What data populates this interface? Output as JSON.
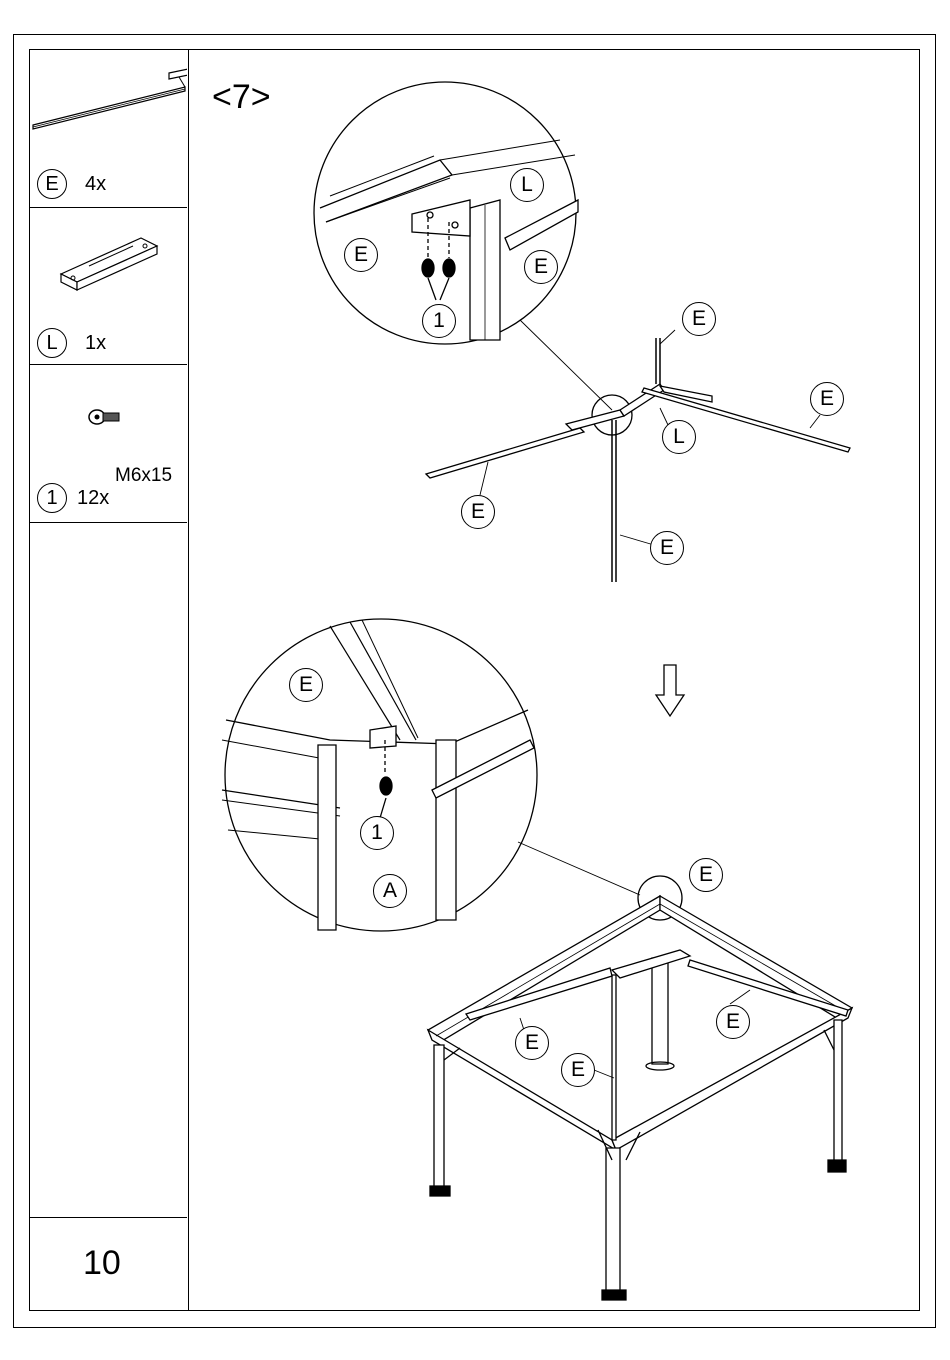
{
  "step_label": "<7>",
  "page_number": "10",
  "parts": [
    {
      "id": "E",
      "qty": "4x"
    },
    {
      "id": "L",
      "qty": "1x"
    },
    {
      "id": "1",
      "qty": "12x",
      "size": "M6x15"
    }
  ],
  "callouts": {
    "detail1_E_left": "E",
    "detail1_L": "L",
    "detail1_E_right": "E",
    "detail1_screw": "1",
    "frame_E_top": "E",
    "frame_L": "L",
    "frame_E_right": "E",
    "frame_E_left": "E",
    "frame_E_bottom": "E",
    "detail2_E": "E",
    "detail2_screw": "1",
    "detail2_A": "A",
    "gazebo_E_top": "E",
    "gazebo_E_left": "E",
    "gazebo_E_mid": "E",
    "gazebo_E_right": "E"
  }
}
